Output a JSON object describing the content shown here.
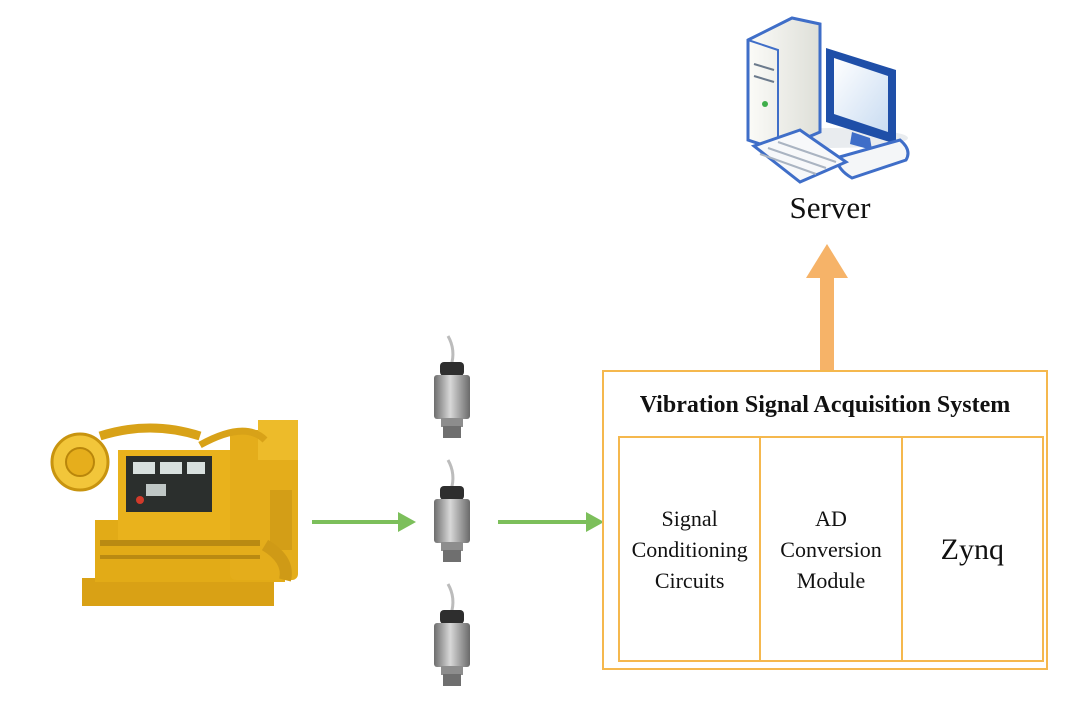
{
  "server": {
    "label": "Server",
    "icon": "server-computer-icon"
  },
  "engine": {
    "icon": "diesel-engine-icon"
  },
  "sensors": {
    "count": 3,
    "icon": "vibration-sensor-icon"
  },
  "system": {
    "title": "Vibration Signal Acquisition System",
    "modules": [
      {
        "label": "Signal\nConditioning\nCircuits"
      },
      {
        "label": "AD\nConversion\nModule"
      },
      {
        "label": "Zynq"
      }
    ]
  },
  "colors": {
    "signal_arrow": "#7cbf5b",
    "upload_arrow": "#f6b368",
    "box_border": "#f5b84e",
    "engine_body": "#e9b21c",
    "server_outline": "#3f6ec8"
  }
}
